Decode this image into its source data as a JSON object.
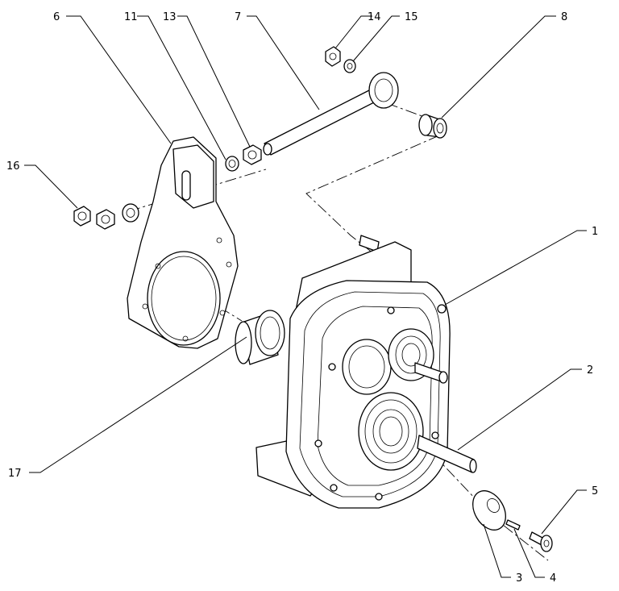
{
  "callouts": {
    "c1": "1",
    "c2": "2",
    "c3": "3",
    "c4": "4",
    "c5": "5",
    "c6": "6",
    "c7": "7",
    "c8": "8",
    "c11": "11",
    "c13": "13",
    "c14": "14",
    "c15": "15",
    "c16": "16",
    "c17": "17"
  }
}
